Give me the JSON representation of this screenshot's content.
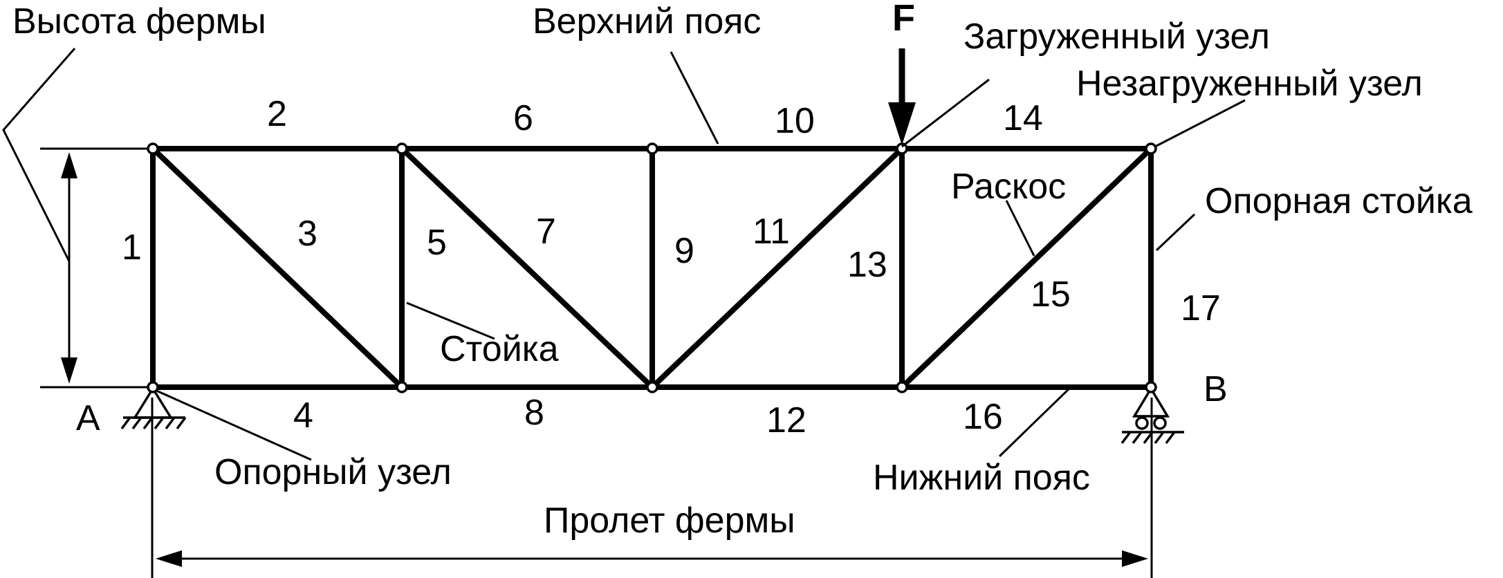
{
  "labels": {
    "truss_height": "Высота фермы",
    "top_chord": "Верхний пояс",
    "force": "F",
    "loaded_node": "Загруженный узел",
    "unloaded_node": "Незагруженный узел",
    "diagonal": "Раскос",
    "end_post": "Опорная стойка",
    "vertical": "Стойка",
    "support_node": "Опорный узел",
    "bottom_chord": "Нижний пояс",
    "span": "Пролет фермы",
    "support_a": "А",
    "support_b": "В"
  },
  "members": [
    "1",
    "2",
    "3",
    "4",
    "5",
    "6",
    "7",
    "8",
    "9",
    "10",
    "11",
    "12",
    "13",
    "14",
    "15",
    "16",
    "17"
  ]
}
